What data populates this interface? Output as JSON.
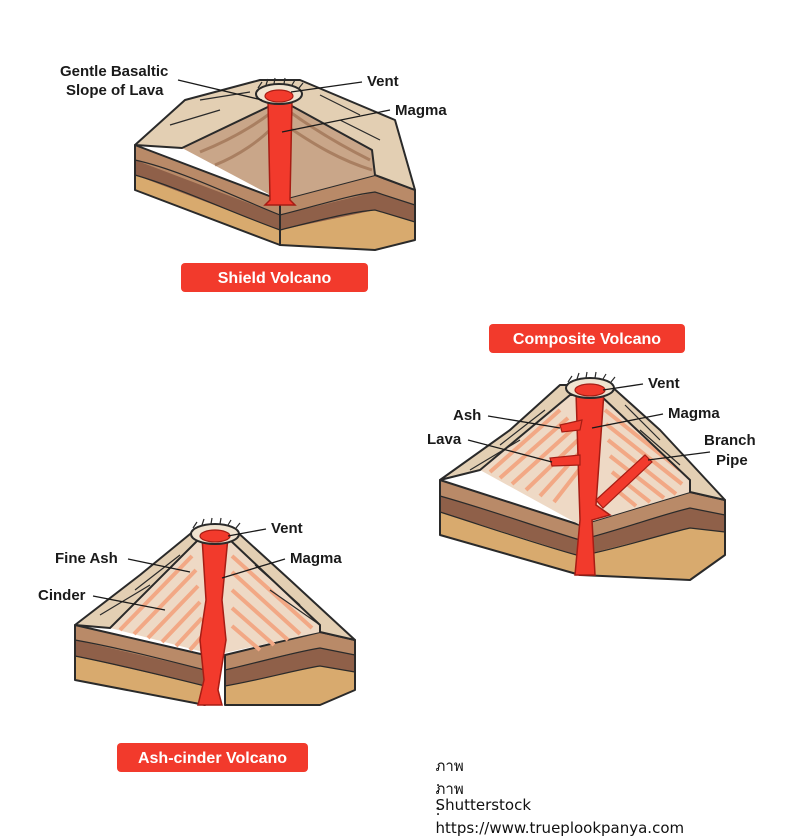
{
  "diagram": {
    "volcanoes": [
      {
        "badge": "Shield Volcano",
        "labels": {
          "slope_line1": "Gentle Basaltic",
          "slope_line2": "Slope of Lava",
          "vent": "Vent",
          "magma": "Magma"
        }
      },
      {
        "badge": "Composite Volcano",
        "labels": {
          "vent": "Vent",
          "ash": "Ash",
          "magma": "Magma",
          "lava": "Lava",
          "branch_line1": "Branch",
          "branch_line2": "Pipe"
        }
      },
      {
        "badge": "Ash-cinder Volcano",
        "labels": {
          "vent": "Vent",
          "fine_ash": "Fine Ash",
          "magma": "Magma",
          "cinder": "Cinder"
        }
      }
    ],
    "credits": [
      {
        "prefix": "ภาพ",
        "separator": ":",
        "text": "Shutterstock"
      },
      {
        "prefix": "ภาพ",
        "separator": ":",
        "text": "https://www.trueplookpanya.com"
      }
    ],
    "colors": {
      "magma": "#f23a2c",
      "badge": "#f23a2c",
      "cone_top": "#e3cfb3",
      "strata": [
        "#b98a68",
        "#8f6049",
        "#c49563",
        "#d8aa6e"
      ]
    }
  }
}
